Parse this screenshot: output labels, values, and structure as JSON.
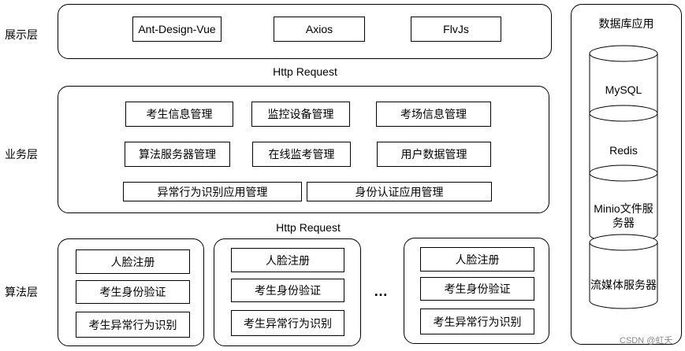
{
  "layers": {
    "presentation": "展示层",
    "business": "业务层",
    "algorithm": "算法层"
  },
  "presentation_items": [
    "Ant-Design-Vue",
    "Axios",
    "FlvJs"
  ],
  "http_top": "Http Request",
  "business_items": [
    "考生信息管理",
    "监控设备管理",
    "考场信息管理",
    "算法服务器管理",
    "在线监考管理",
    "用户数据管理",
    "异常行为识别应用管理",
    "身份认证应用管理"
  ],
  "http_bottom": "Http Request",
  "algorithm_items": [
    "人脸注册",
    "考生身份验证",
    "考生异常行为识别"
  ],
  "ellipsis": "…",
  "database": {
    "title": "数据库应用",
    "items": [
      "MySQL",
      "Redis",
      "Minio文件服务器",
      "流媒体服务器"
    ]
  },
  "watermark": "CSDN @虹夭"
}
